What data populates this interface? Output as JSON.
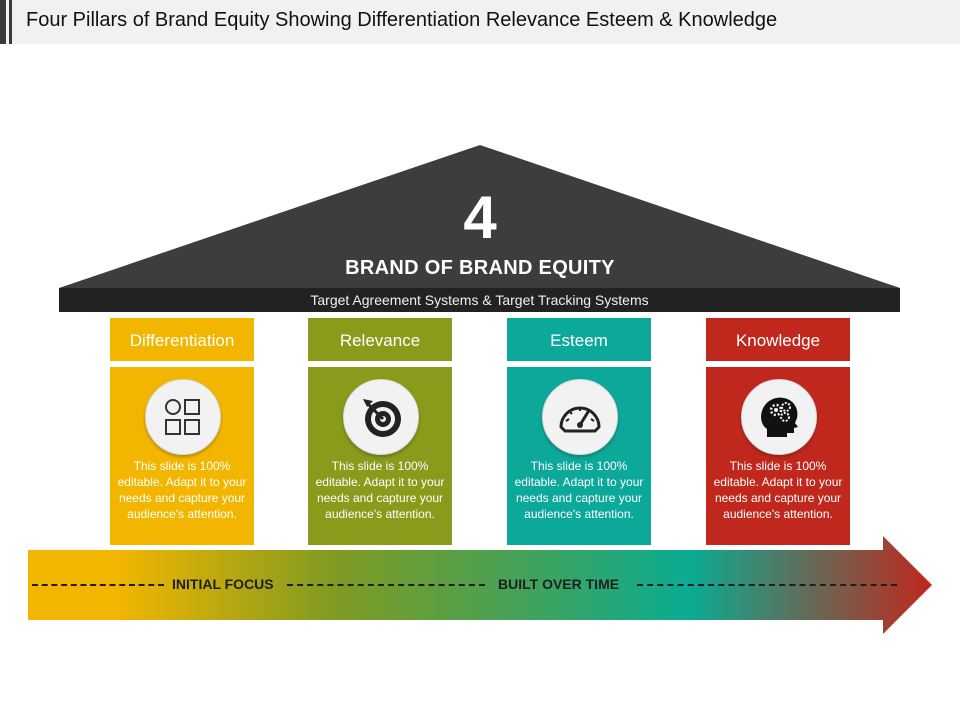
{
  "title": "Four Pillars of Brand Equity Showing Differentiation Relevance Esteem & Knowledge",
  "roof": {
    "number": "4",
    "heading": "BRAND OF BRAND EQUITY"
  },
  "beam": {
    "text": "Target Agreement Systems & Target Tracking Systems"
  },
  "pillars": [
    {
      "label": "Differentiation",
      "icon": "shapes-grid-icon",
      "color": "#f2b600",
      "text": "This slide is 100% editable. Adapt it to your needs and capture your audience's attention."
    },
    {
      "label": "Relevance",
      "icon": "target-arrow-icon",
      "color": "#8a9a1b",
      "text": "This slide is 100% editable. Adapt it to your needs and capture your audience's attention."
    },
    {
      "label": "Esteem",
      "icon": "gauge-icon",
      "color": "#0ca899",
      "text": "This slide is 100% editable. Adapt it to your needs and capture your audience's attention."
    },
    {
      "label": "Knowledge",
      "icon": "head-gears-icon",
      "color": "#c0281d",
      "text": "This slide is 100% editable. Adapt it to your needs and capture your audience's attention."
    }
  ],
  "arrow": {
    "label_start": "INITIAL FOCUS",
    "label_mid": "BUILT OVER TIME",
    "gradient": [
      "#f2b600",
      "#7a9a2a",
      "#0aac93",
      "#c0281d"
    ]
  },
  "colors": {
    "roof": "#3d3d3d",
    "beam": "#222222"
  }
}
